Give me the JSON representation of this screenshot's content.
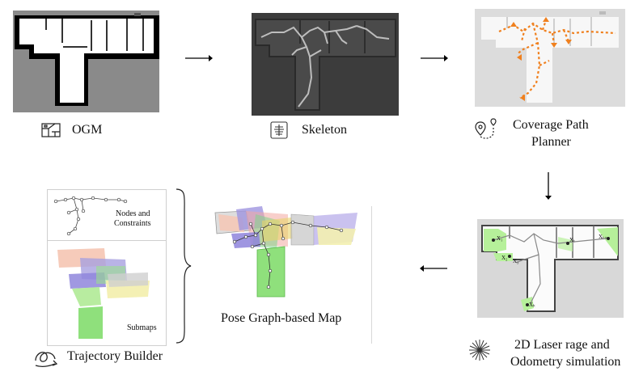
{
  "labels": {
    "ogm": "OGM",
    "skeleton": "Skeleton",
    "coverage_line1": "Coverage Path",
    "coverage_line2": "Planner",
    "laser_line1": "2D Laser rage and",
    "laser_line2": "Odometry simulation",
    "pose_graph": "Pose Graph-based Map",
    "trajectory_builder": "Trajectory Builder",
    "nodes_line1": "Nodes and",
    "nodes_line2": "Constraints",
    "submaps": "Submaps",
    "laser_x1": "X₁",
    "laser_x2": "X₂",
    "laser_x3": "X₃",
    "laser_xt": "Xₜ",
    "laser_xt1": "Xₜ₊₁",
    "laser_xk": "Xₖ"
  },
  "icons": {
    "ogm": "map-icon",
    "skeleton": "skeleton-icon",
    "coverage": "route-pin-icon",
    "laser": "laser-burst-icon",
    "trajectory": "loop-arrow-icon"
  },
  "colors": {
    "ogm_wall": "#000000",
    "ogm_unknown": "#8a8a8a",
    "skeleton_bg": "#3c3c3c",
    "skeleton_line": "#bdbdbd",
    "path_orange": "#f0801e",
    "laser_green": "#b6f09a"
  }
}
